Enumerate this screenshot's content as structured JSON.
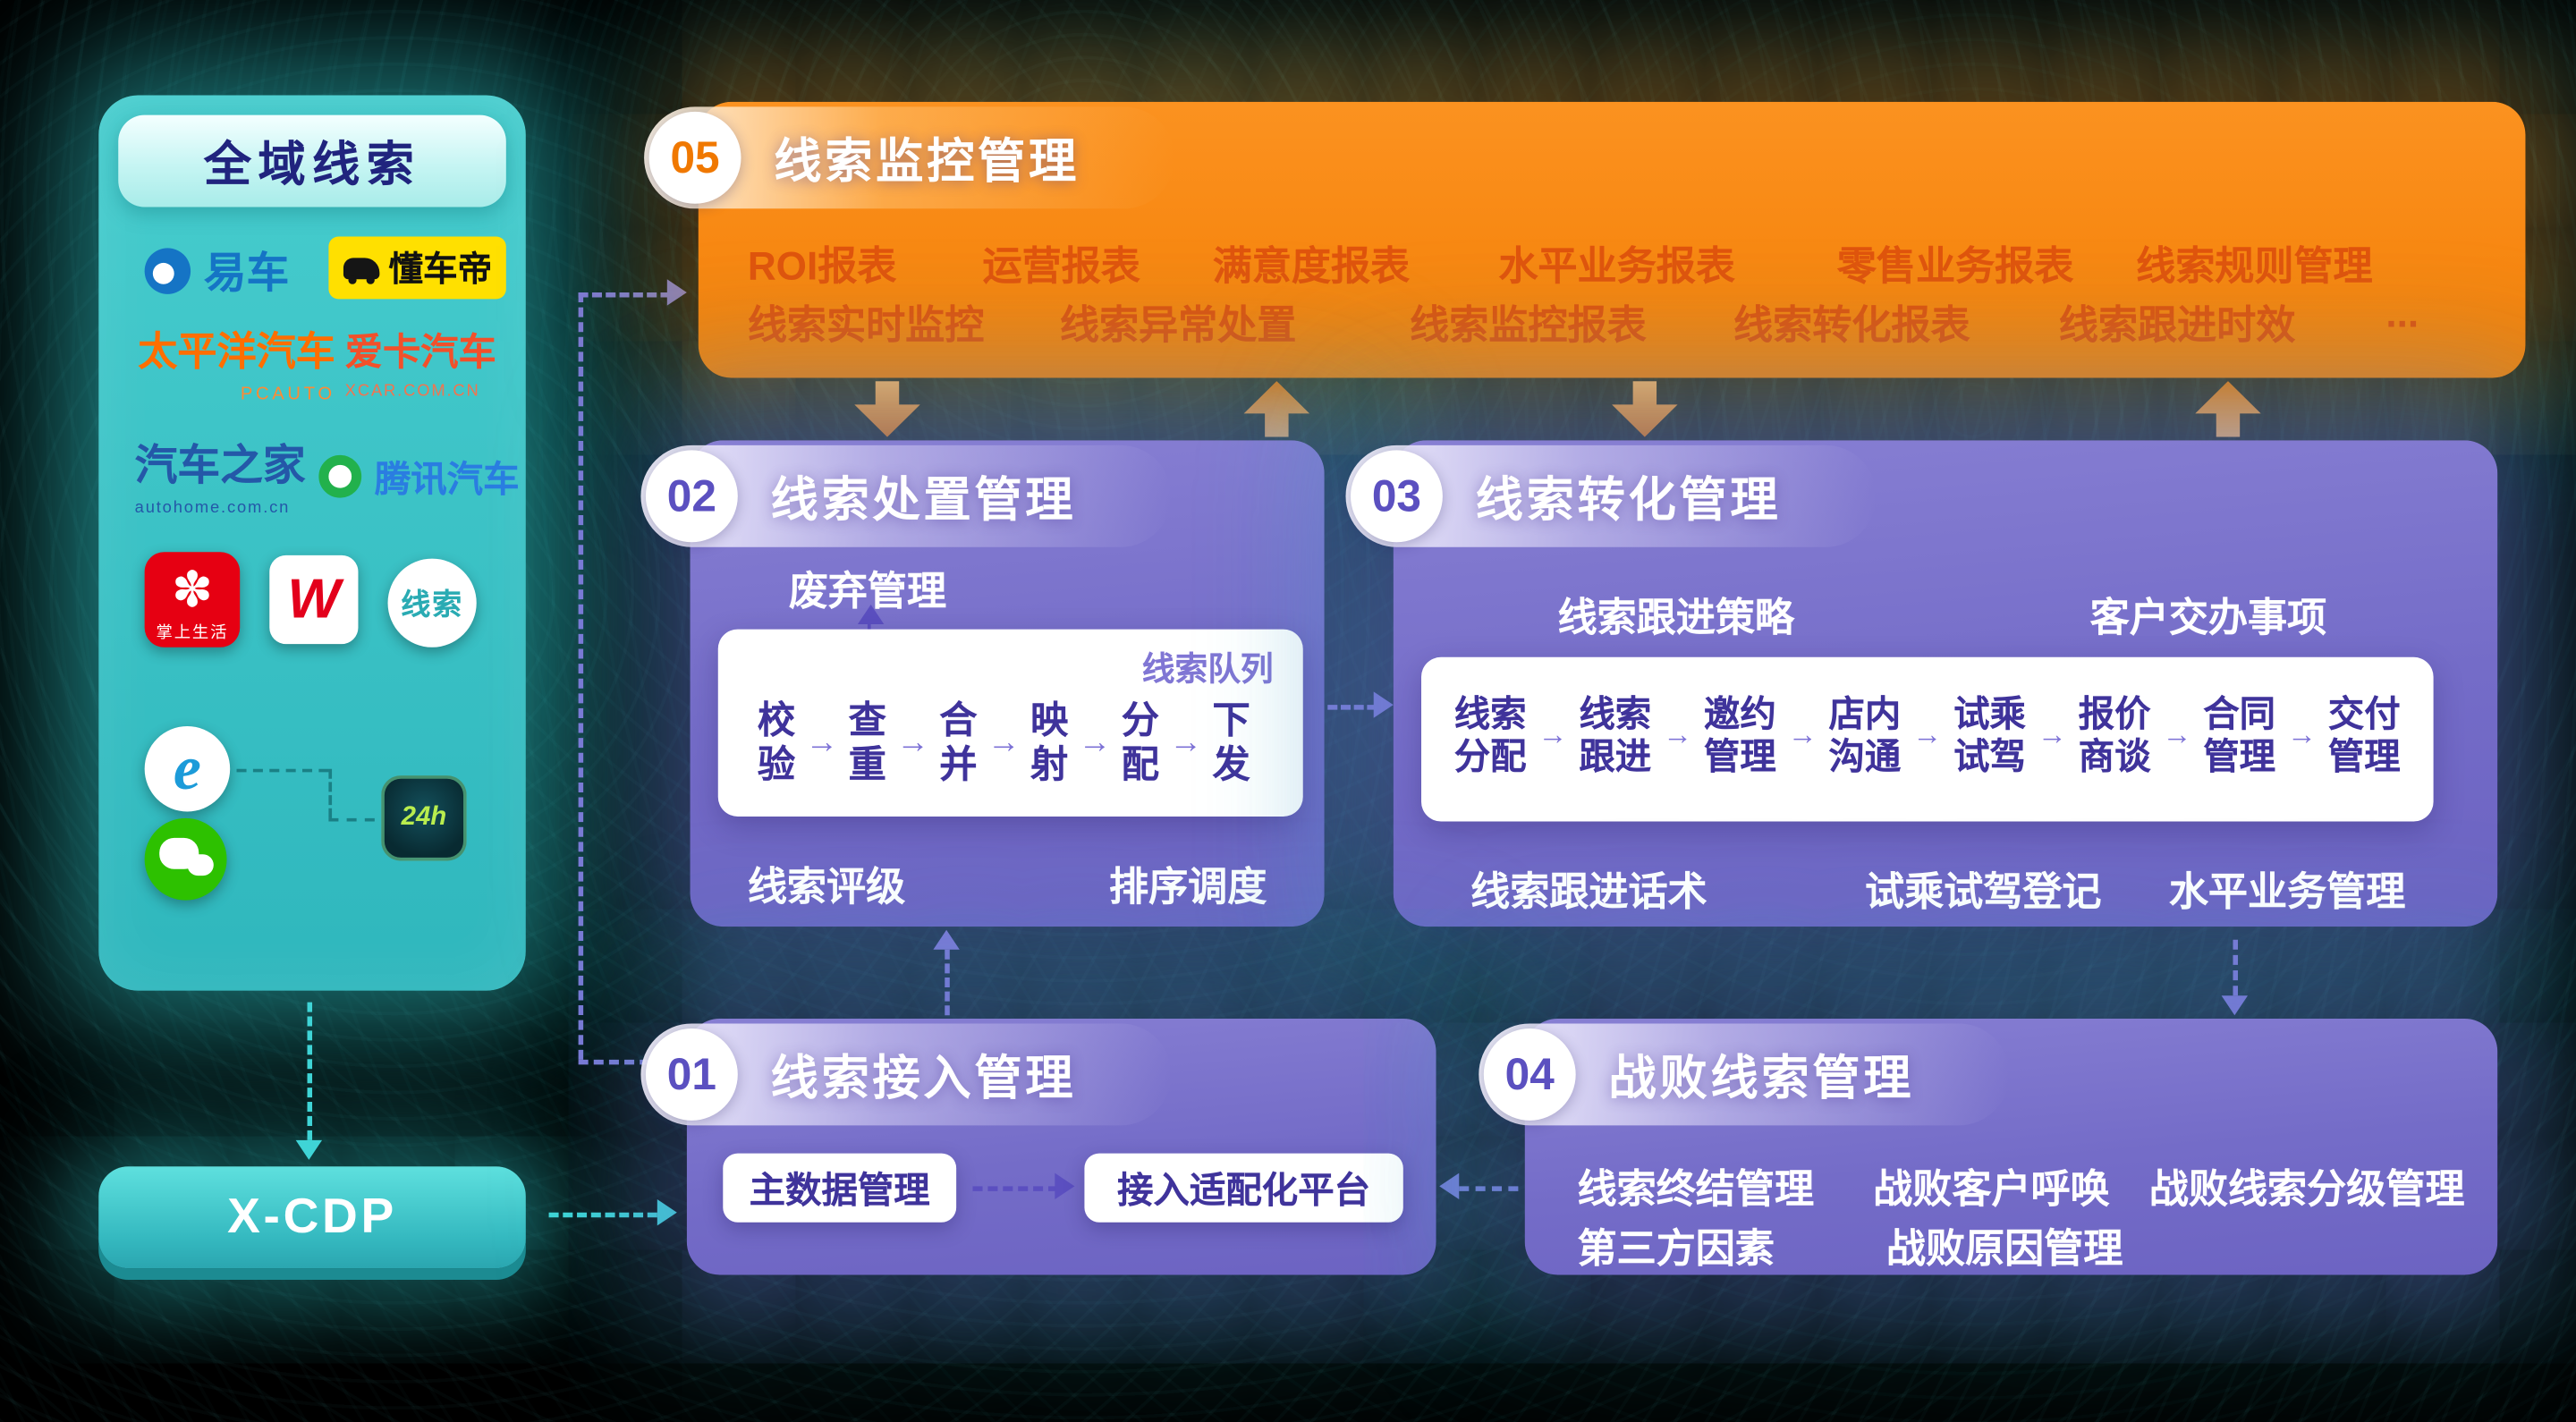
{
  "icons": {
    "step_arrow": "→"
  },
  "sidebar": {
    "title": "全域线索",
    "logos": {
      "yiche": {
        "label": "易车"
      },
      "dongchedi": {
        "label": "懂车帝"
      },
      "pcauto": {
        "label": "太平洋汽车",
        "sub": "PCAUTO"
      },
      "xcar": {
        "label": "爱卡汽车",
        "sub": "XCAR.COM.CN"
      },
      "autohome": {
        "label": "汽车之家",
        "sub": "autohome.com.cn"
      },
      "tencent_auto": {
        "label": "腾讯汽车"
      },
      "zhangshang": {
        "label": "掌上生活",
        "glyph": "✽"
      },
      "w_media": {
        "label": "W"
      },
      "xiansuo": {
        "label": "线索"
      },
      "ie": {
        "label": "e"
      },
      "hotline": {
        "label": "24h"
      }
    }
  },
  "xcdp": {
    "label": "X-CDP"
  },
  "block05": {
    "number": "05",
    "title": "线索监控管理",
    "row1": [
      "ROI报表",
      "运营报表",
      "满意度报表",
      "水平业务报表",
      "零售业务报表",
      "线索规则管理"
    ],
    "row2": [
      "线索实时监控",
      "线索异常处置",
      "线索监控报表",
      "线索转化报表",
      "线索跟进时效",
      "..."
    ]
  },
  "block02": {
    "number": "02",
    "title": "线索处置管理",
    "discard_label": "废弃管理",
    "queue_label": "线索队列",
    "steps": [
      "校\n验",
      "查\n重",
      "合\n并",
      "映\n射",
      "分\n配",
      "下\n发"
    ],
    "bottom_left": "线索评级",
    "bottom_right": "排序调度"
  },
  "block03": {
    "number": "03",
    "title": "线索转化管理",
    "top_left": "线索跟进策略",
    "top_right": "客户交办事项",
    "steps": [
      "线索\n分配",
      "线索\n跟进",
      "邀约\n管理",
      "店内\n沟通",
      "试乘\n试驾",
      "报价\n商谈",
      "合同\n管理",
      "交付\n管理"
    ],
    "bottom": [
      "线索跟进话术",
      "试乘试驾登记",
      "水平业务管理"
    ]
  },
  "block01": {
    "number": "01",
    "title": "线索接入管理",
    "box_left": "主数据管理",
    "box_right": "接入适配化平台"
  },
  "block04": {
    "number": "04",
    "title": "战败线索管理",
    "row1": [
      "线索终结管理",
      "战败客户呼唤",
      "战败线索分级管理"
    ],
    "row2": [
      "第三方因素",
      "战败原因管理"
    ]
  }
}
